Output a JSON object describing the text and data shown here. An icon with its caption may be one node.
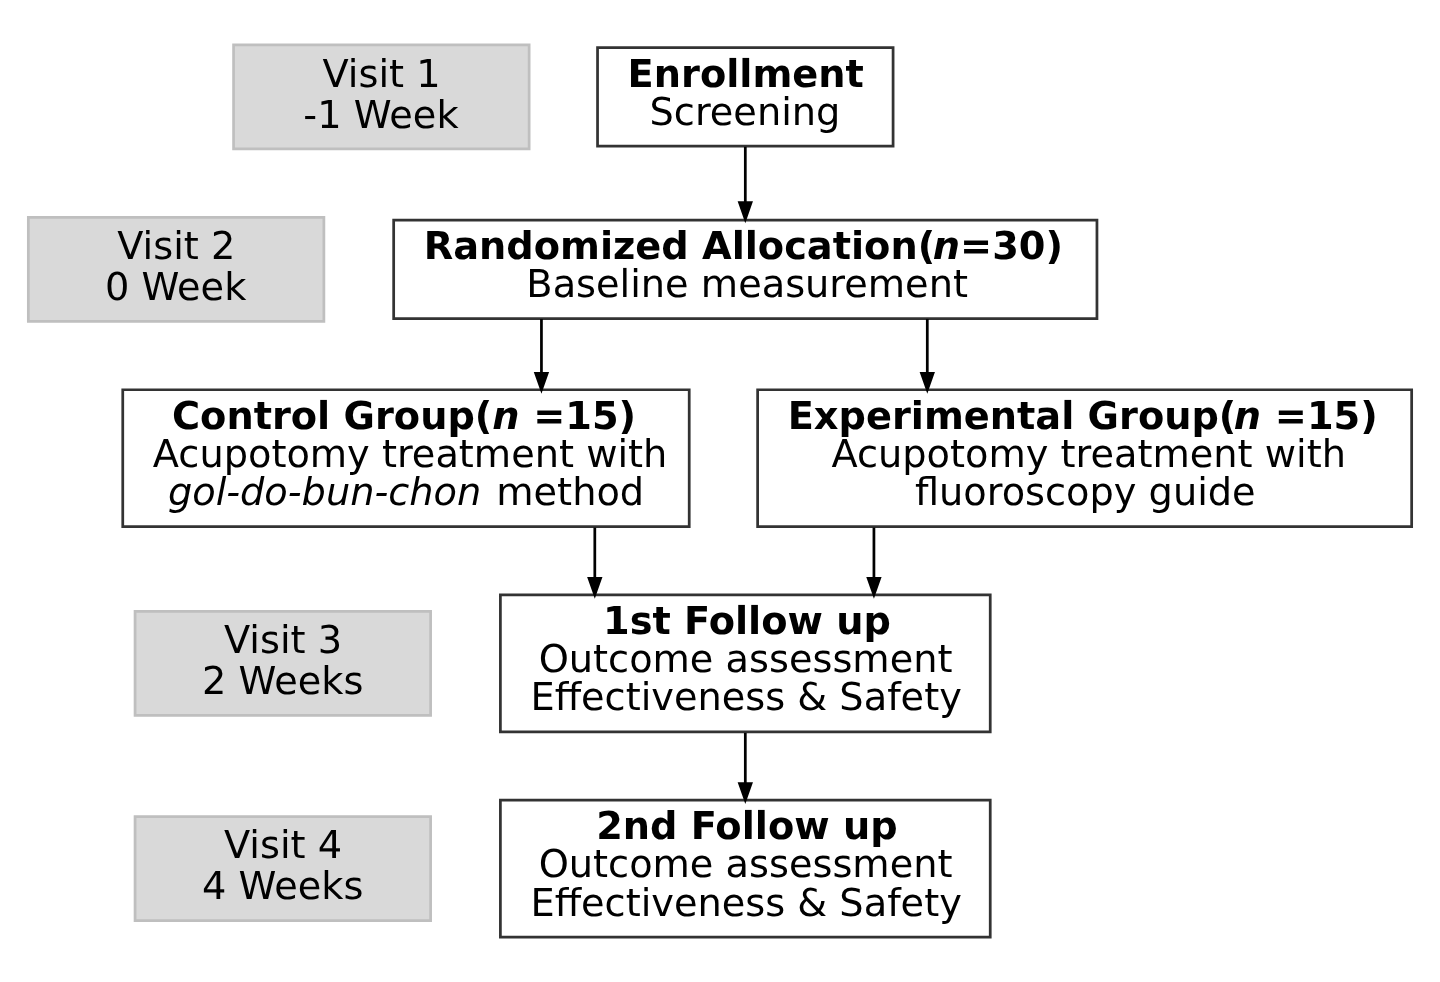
{
  "diagram": {
    "nodes": [
      {
        "text": [
          "Visit 1 -1 Week"
        ]
      },
      {
        "text": [
          "Enrollment",
          "Screening"
        ]
      },
      {
        "text": [
          "Randomized Allocation(*n*=30)",
          "Baseline measurement"
        ]
      },
      {
        "text": [
          "Visit 2 0 Week"
        ]
      },
      {
        "text": [
          "Control Group(*n* =15)",
          "Acupotomy treatment with *gol-do-bun-chon* method"
        ]
      },
      {
        "text": [
          "Experimental Group(*n* =15)",
          "Acupotomy treatment with fluoroscopy guide"
        ]
      },
      {
        "text": [
          "Visit 3 2 Weeks"
        ]
      },
      {
        "text": [
          "1st Follow up",
          "Outcome assessment",
          "Effectiveness & Safety"
        ]
      },
      {
        "text": [
          "Visit 4 4 Weeks"
        ]
      },
      {
        "text": [
          "2nd Follow up",
          "Outcome assessment",
          "Effectiveness & Safety"
        ]
      }
    ],
    "edges": [
      {
        "from": 1,
        "to": 2,
        "arrow": "to"
      },
      {
        "from": 2,
        "to": 4,
        "arrow": "to"
      },
      {
        "from": 2,
        "to": 5,
        "arrow": "to"
      },
      {
        "from": 4,
        "to": 7,
        "arrow": "to"
      },
      {
        "from": 5,
        "to": 7,
        "arrow": "to"
      },
      {
        "from": 7,
        "to": 9,
        "arrow": "to"
      }
    ]
  }
}
